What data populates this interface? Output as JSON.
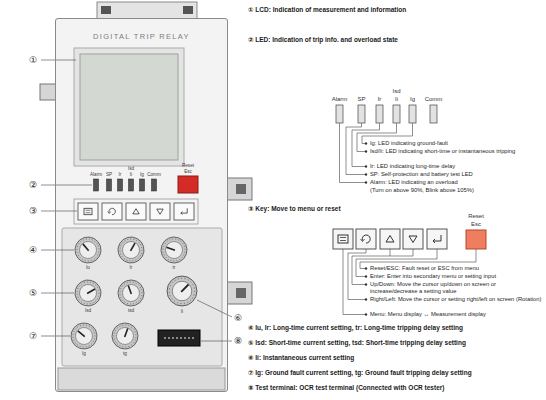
{
  "diagram": {
    "nodes": [
      {
        "text": [
          "DIGITAL TRIP RELAY"
        ]
      }
    ],
    "labels": [
      "① LCD: Indication of measurement and information",
      "② LED: Indication of trip info. and overload state",
      "Alarm",
      "SP",
      "Ir",
      "Isd",
      "Ii",
      "Ig",
      "Comm",
      "Ig: LED indicating ground-fault",
      "Isd/Ii: LED indicating short-time or instantaneous tripping",
      "Ir: LED indicating long-time delay",
      "SP: Self-protection and battery test LED",
      "Alarm: LED indicating an overload",
      "(Turn on above 90%, Blink above 105%)",
      "③ Key: Move to menu or reset",
      "Reset",
      "Esc",
      "Reset/ESC: Fault reset or ESC from menu",
      "Enter: Enter into secondary menu or setting input",
      "Up/Down: Move the cursor up/down on screen or increase/decrease a setting value",
      "Right/Left: Move the cursor or setting right/left on screen (Rotation)",
      "Menu: Menu display ↔ Measurement display",
      "④ Iu, Ir: Long-time current setting, tr: Long-time tripping delay setting",
      "⑤ Isd: Short-time current setting, tsd: Short-time tripping delay setting",
      "⑥ Ii: Instantaneous current setting",
      "⑦ Ig: Ground fault current setting, tg: Ground fault tripping delay setting",
      "⑧ Test terminal: OCR test terminal (Connected with OCR tester)",
      "①",
      "②",
      "③",
      "④",
      "⑤",
      "⑥",
      "⑦",
      "⑧",
      "Alarm",
      "SP",
      "Ir",
      "Isd",
      "Ii",
      "Ig",
      "Comm",
      "Reset",
      "Esc",
      "Iu",
      "Ir",
      "tr",
      "Isd",
      "tsd",
      "Ii",
      "Ig",
      "tg"
    ]
  }
}
